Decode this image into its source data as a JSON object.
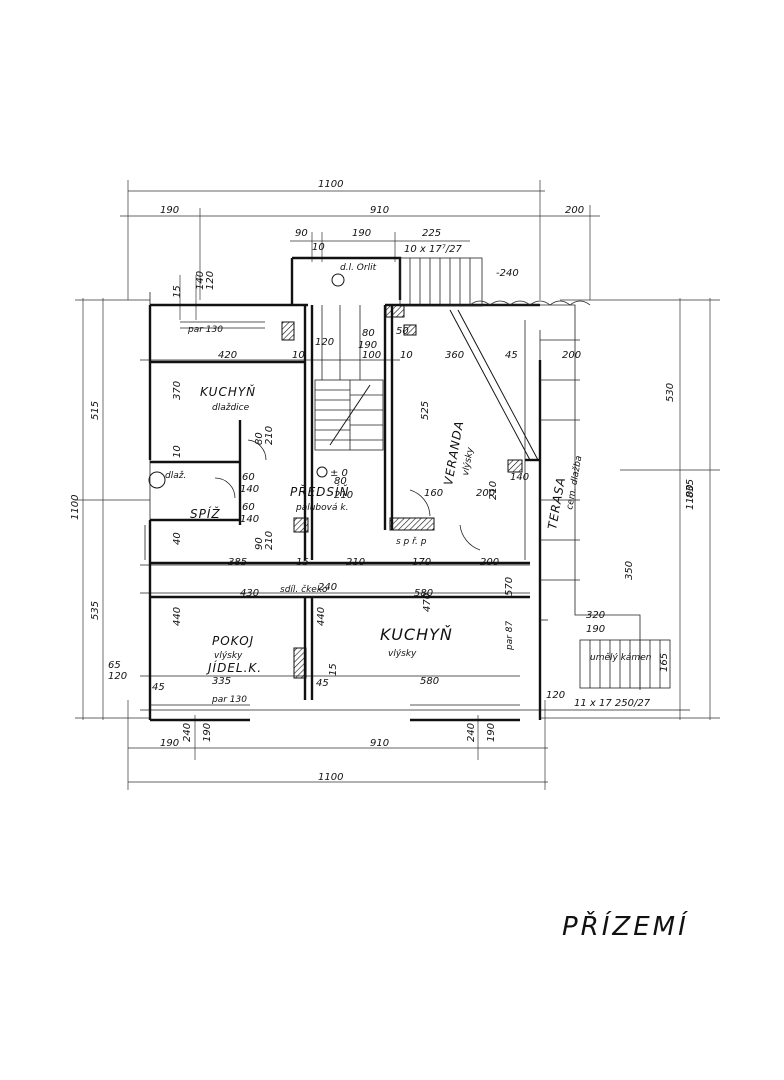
{
  "title": "PŘÍZEMÍ",
  "dimensions": {
    "top_total": "1100",
    "top_left": "190",
    "top_middle": "910",
    "top_right": "200",
    "top_stair_90": "90",
    "top_stair_10": "10",
    "top_stair_190": "190",
    "top_stair_225": "225",
    "stair_spec": "10 x 17⁷/27",
    "stair_240": "-240",
    "left_total": "1100",
    "left_515": "515",
    "left_535": "535",
    "left_140": "140",
    "left_120": "120",
    "left_15": "15",
    "left_65": "65",
    "left_120b": "120",
    "right_total": "1100",
    "right_530": "530",
    "right_835": "835",
    "bottom_total": "1100",
    "bottom_left": "190",
    "bottom_240": "240",
    "bottom_190a": "190",
    "bottom_middle": "910",
    "bottom_240b": "240",
    "bottom_190b": "190",
    "kitchen_width": "420",
    "kitchen_height": "370",
    "hall_row_10": "10",
    "hall_120": "120",
    "hall_100": "100",
    "hall_10b": "10",
    "veranda_360": "360",
    "veranda_45": "45",
    "veranda_200": "200",
    "veranda_525": "525",
    "stair_80": "80",
    "stair_190": "190",
    "stair_50": "50",
    "row2_385": "385",
    "row2_15": "15",
    "row2_210a": "210",
    "row2_170": "170",
    "row2_200": "200",
    "room_430": "430",
    "room_240": "240",
    "room_580": "580",
    "room_570": "570",
    "room_440a": "440",
    "room_440b": "440",
    "room_470": "470",
    "room_335": "335",
    "room_45a": "45",
    "room_45b": "45",
    "room_580b": "580",
    "room_15": "15",
    "terrace_350": "350",
    "terrace_320": "320",
    "terrace_190": "190",
    "terrace_120": "120",
    "terrace_165": "165",
    "terrace_stairs": "11 x 17 250/27",
    "hall_80": "80",
    "hall_210": "210",
    "hall_160": "160",
    "hall_200": "200",
    "hall_210b": "210",
    "dvere_60a": "60",
    "dvere_140a": "140",
    "dvere_60b": "60",
    "dvere_140b": "140",
    "zero_mark": "± 0",
    "door_80": "80",
    "door_210": "210",
    "door_90": "90",
    "door_210b": "210",
    "wc_10": "10",
    "wc_40": "40",
    "v140": "140"
  },
  "rooms": {
    "kitchen_top": "KUCHYŇ",
    "kitchen_top_floor": "dlaždice",
    "hall": "PŘEDSÍŇ",
    "hall_floor": "palubová k.",
    "veranda": "VERANDA",
    "veranda_floor": "vlýsky",
    "terrace": "TERASA",
    "terrace_floor": "cem. dlažba",
    "sprch": "SPÍŽ",
    "wc": "dlaž.",
    "room": "POKOJ",
    "room_floor": "vlýsky",
    "room_use": "JÍDEL.K.",
    "kitchen_bottom": "KUCHYŇ",
    "kitchen_bottom_floor": "vlýsky",
    "stone": "umělý kámen",
    "orlit": "d.l. Orlit",
    "spaje": "s p ř. p",
    "sdil": "sdíl. čkeko",
    "par_130a": "par 130",
    "par_130b": "par 130",
    "par_87": "par 87"
  }
}
